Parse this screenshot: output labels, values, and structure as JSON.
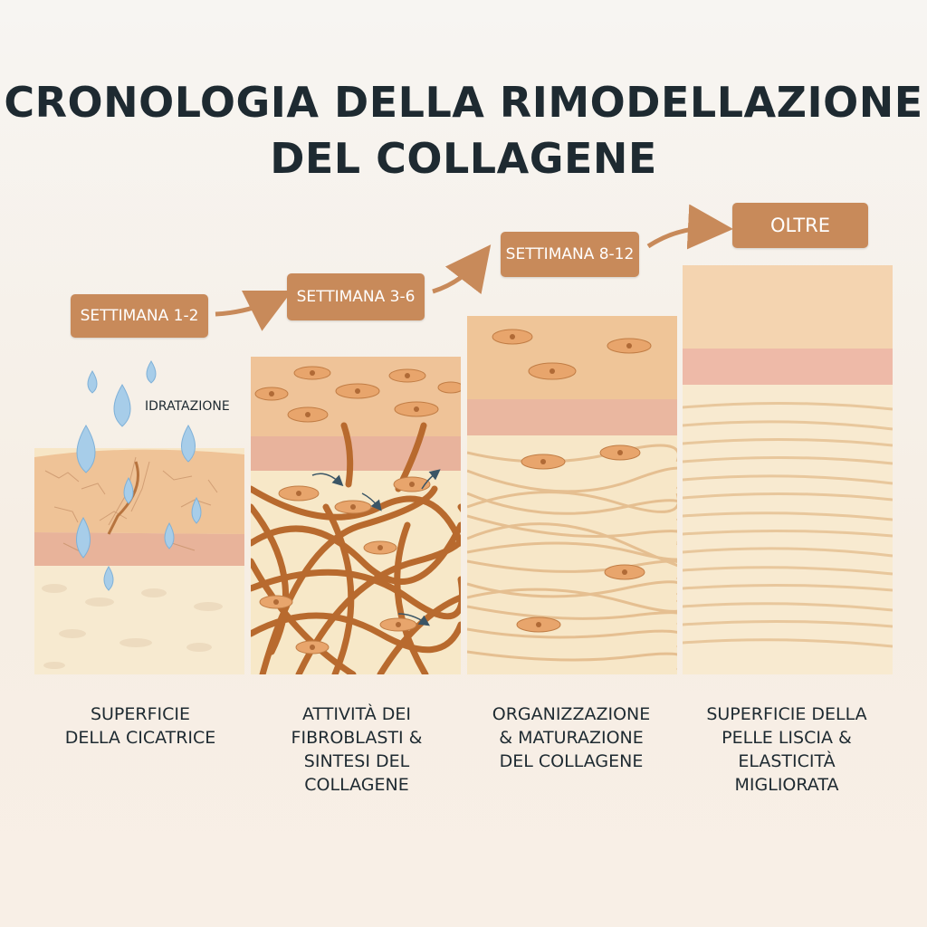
{
  "title": "CRONOLOGIA DELLA RIMODELLAZIONE\nDEL COLLAGENE",
  "hydration_label": "IDRATAZIONE",
  "stages": [
    {
      "label": "SETTIMANA 1-2",
      "caption": "SUPERFICIE\nDELLA CICATRICE"
    },
    {
      "label": "SETTIMANA 3-6",
      "caption": "ATTIVITÀ DEI\nFIBROBLASTI &\nSINTESI DEL\nCOLLAGENE"
    },
    {
      "label": "SETTIMANA 8-12",
      "caption": "ORGANIZZAZIONE\n& MATURAZIONE\nDEL COLLAGENE"
    },
    {
      "label": "OLTRE",
      "caption": "SUPERFICIE DELLA\nPELLE LISCIA &\nELASTICITÀ\nMIGLIORATA"
    }
  ],
  "colors": {
    "label_bg": "#c88a5a",
    "arrow": "#c88a5a",
    "skin_top": "#efc79c",
    "dermis_pink": "#eab8a0",
    "base": "#f7e8c8",
    "fiber": "#b86a2e",
    "cell": "#e7a36a",
    "water": "#9cc6e6"
  }
}
